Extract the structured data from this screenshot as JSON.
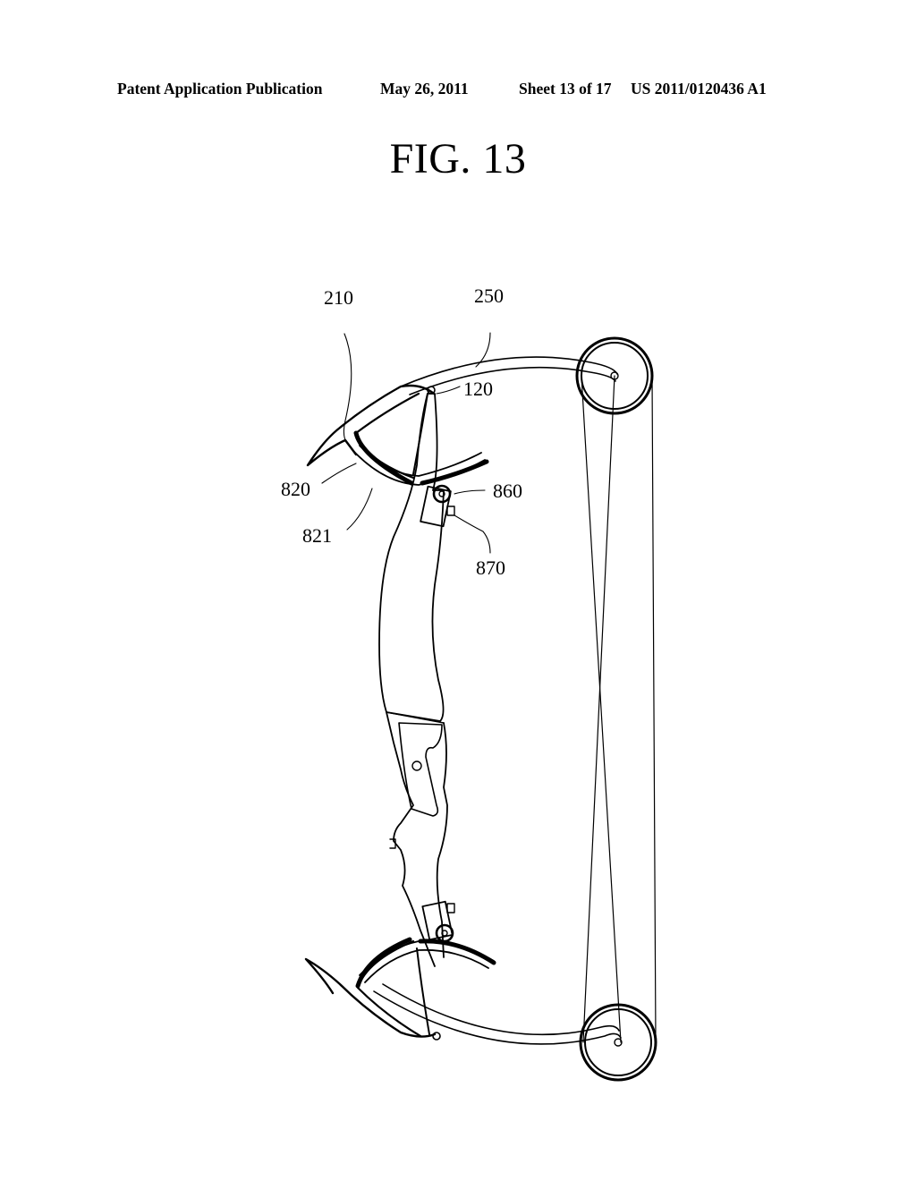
{
  "header": {
    "publication": "Patent Application Publication",
    "date": "May 26, 2011",
    "sheet": "Sheet 13 of 17",
    "number": "US 2011/0120436 A1"
  },
  "figure": {
    "title": "FIG. 13"
  },
  "reference_numerals": {
    "r210": "210",
    "r250": "250",
    "r120": "120",
    "r820": "820",
    "r860": "860",
    "r821": "821",
    "r870": "870"
  }
}
